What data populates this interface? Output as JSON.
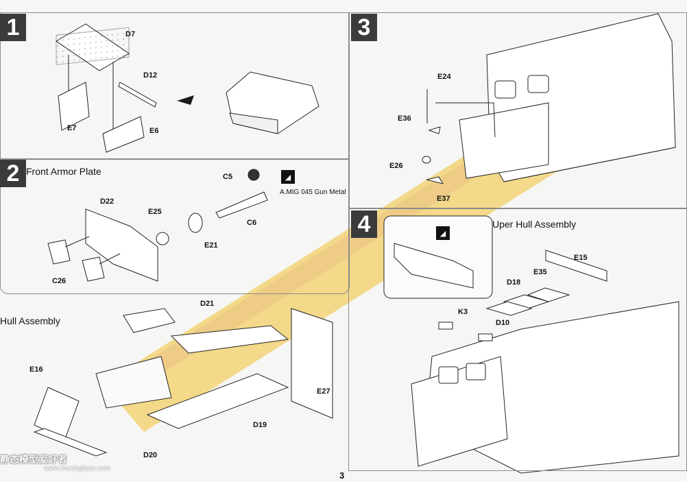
{
  "page": {
    "number": "3"
  },
  "watermark": {
    "site_cn": "静态模型爱好者",
    "url": "www.moxingfans.com"
  },
  "colors": {
    "badge": "#3b3b3b",
    "logo_yellow": "#f1c232",
    "line": "#222222"
  },
  "steps": [
    {
      "number": "1",
      "title": ""
    },
    {
      "number": "2",
      "title": "Front Armor Plate"
    },
    {
      "number": "3",
      "title": ""
    },
    {
      "number": "4",
      "title": "Uper Hull Assembly"
    }
  ],
  "subassembly": {
    "title": "Hull Assembly"
  },
  "paint_note": {
    "icon": "paint-swatch-icon",
    "text": "A.MIG 045  Gun Metal"
  },
  "parts": {
    "step1": [
      "D7",
      "D12",
      "E7",
      "E6"
    ],
    "step2": [
      "C5",
      "D22",
      "E25",
      "C6",
      "E21",
      "C26"
    ],
    "hull": [
      "D21",
      "E16",
      "E27",
      "D19",
      "D20"
    ],
    "step3": [
      "E24",
      "E36",
      "E26",
      "E37"
    ],
    "step4": [
      "E15",
      "E35",
      "D18",
      "K3",
      "D10"
    ]
  }
}
